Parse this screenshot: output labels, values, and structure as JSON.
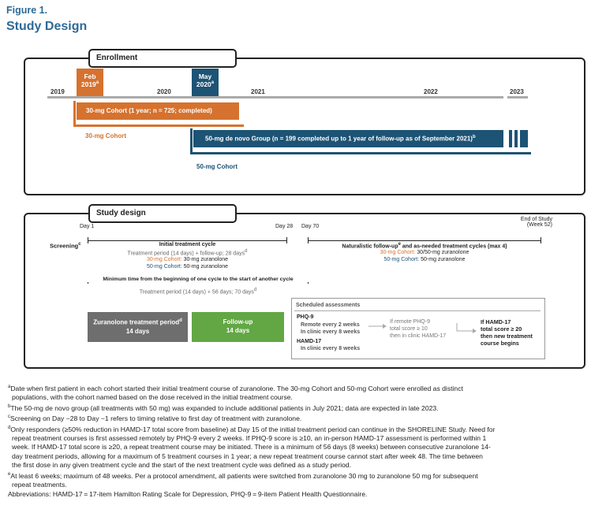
{
  "figure": {
    "label": "Figure 1.",
    "title": "Study Design"
  },
  "enrollment": {
    "tab_label": "Enrollment",
    "years": [
      "2019",
      "2020",
      "2021",
      "2022",
      "2023"
    ],
    "marker_feb": {
      "line1": "Feb",
      "line2": "2019",
      "sup": "a"
    },
    "marker_may": {
      "line1": "May",
      "line2": "2020",
      "sup": "a"
    },
    "bar_30": "30-mg Cohort (1 year; n = 725; completed)",
    "label_30": "30-mg Cohort",
    "bar_50": "50-mg de novo Group (n = 199 completed up to 1 year of follow-up as of September 2021)",
    "bar_50_sup": "b",
    "label_50": "50-mg Cohort",
    "colors": {
      "orange": "#d6722f",
      "blue": "#1d5374"
    }
  },
  "design": {
    "tab_label": "Study design",
    "screening": "Screening",
    "screening_sup": "c",
    "day1": "Day 1",
    "day28": "Day 28",
    "day70": "Day 70",
    "end_line1": "End of Study",
    "end_line2": "(Week 52)",
    "initial": {
      "title": "Initial treatment cycle",
      "sub": "Treatment period (14 days) + follow-up; 28 days",
      "sub_sup": "d",
      "l30_colored": "30-mg Cohort:",
      "l30_rest": " 30-mg zuranolone",
      "l50_colored": "50-mg Cohort:",
      "l50_rest": " 50-mg zuranolone"
    },
    "naturalistic": {
      "title": "Naturalistic follow-up",
      "title_sup": "e",
      "title_rest": " and as-needed treatment cycles (max 4)",
      "l30_colored": "30-mg Cohort:",
      "l30_rest": " 30/50-mg zuranolone",
      "l50_colored": "50-mg Cohort:",
      "l50_rest": " 50-mg zuranolone"
    },
    "minimum": {
      "title": "Minimum time from the beginning of one cycle to the start of another cycle",
      "sub": "Treatment period (14 days) + 56 days; 70 days",
      "sub_sup": "d"
    },
    "box_treatment": {
      "line1": "Zuranolone treatment period",
      "sup": "d",
      "line2": "14 days"
    },
    "box_followup": {
      "line1": "Follow-up",
      "line2": "14 days"
    },
    "assessments": {
      "title": "Scheduled assessments",
      "phq_title": "PHQ-9",
      "phq_l1": "Remote every 2 weeks",
      "phq_l2": "In clinic every 8 weeks",
      "ham_title": "HAMD-17",
      "ham_l1": "In clinic every 8 weeks",
      "mid_l1": "If remote PHQ-9",
      "mid_l2": "total score ≥ 10",
      "mid_l3": "then in clinic HAMD-17",
      "right_l1": "If HAMD-17",
      "right_l2": "total score ≥ 20",
      "right_l3": "then new treatment",
      "right_l4": "course begins"
    },
    "colors": {
      "gray_box": "#6e6e6e",
      "green_box": "#62a744"
    }
  },
  "footnotes": {
    "a_l1": "Date when first patient in each cohort started their initial treatment course of zuranolone. The 30-mg Cohort and 50-mg Cohort were enrolled as distinct",
    "a_l2": "populations, with the cohort named based on the dose received in the initial treatment course.",
    "b_l1": "The 50-mg de novo group (all treatments with 50 mg) was expanded to include additional patients in July 2021; data are expected in late 2023.",
    "c_l1": "Screening on Day −28 to Day −1 refers to timing relative to first day of treatment with zuranolone.",
    "d_l1": "Only responders (≥50% reduction in HAMD-17 total score from baseline) at Day 15 of the initial treatment period can continue in the SHORELINE Study. Need for",
    "d_l2": "repeat treatment courses is first assessed remotely by PHQ-9 every 2 weeks. If PHQ-9 score is ≥10, an in-person HAMD-17 assessment is performed within 1",
    "d_l3": "week. If HAMD-17 total score is ≥20, a repeat treatment course may be initiated. There is a minimum of 56 days (8 weeks) between consecutive zuranolone 14-",
    "d_l4": "day treatment periods, allowing for a maximum of 5 treatment courses in 1 year; a new repeat treatment course cannot start after week 48. The time between",
    "d_l5": "the first dose in any given treatment cycle and the start of the next treatment cycle was defined as a study period.",
    "e_l1": "At least 6 weeks; maximum of 48 weeks. Per a protocol amendment, all patients were switched from zuranolone 30 mg to zuranolone 50 mg for subsequent",
    "e_l2": "repeat treatments.",
    "abbrev": "Abbreviations: HAMD-17 = 17-item Hamilton Rating Scale for Depression, PHQ-9 = 9-item Patient Health Questionnaire."
  }
}
